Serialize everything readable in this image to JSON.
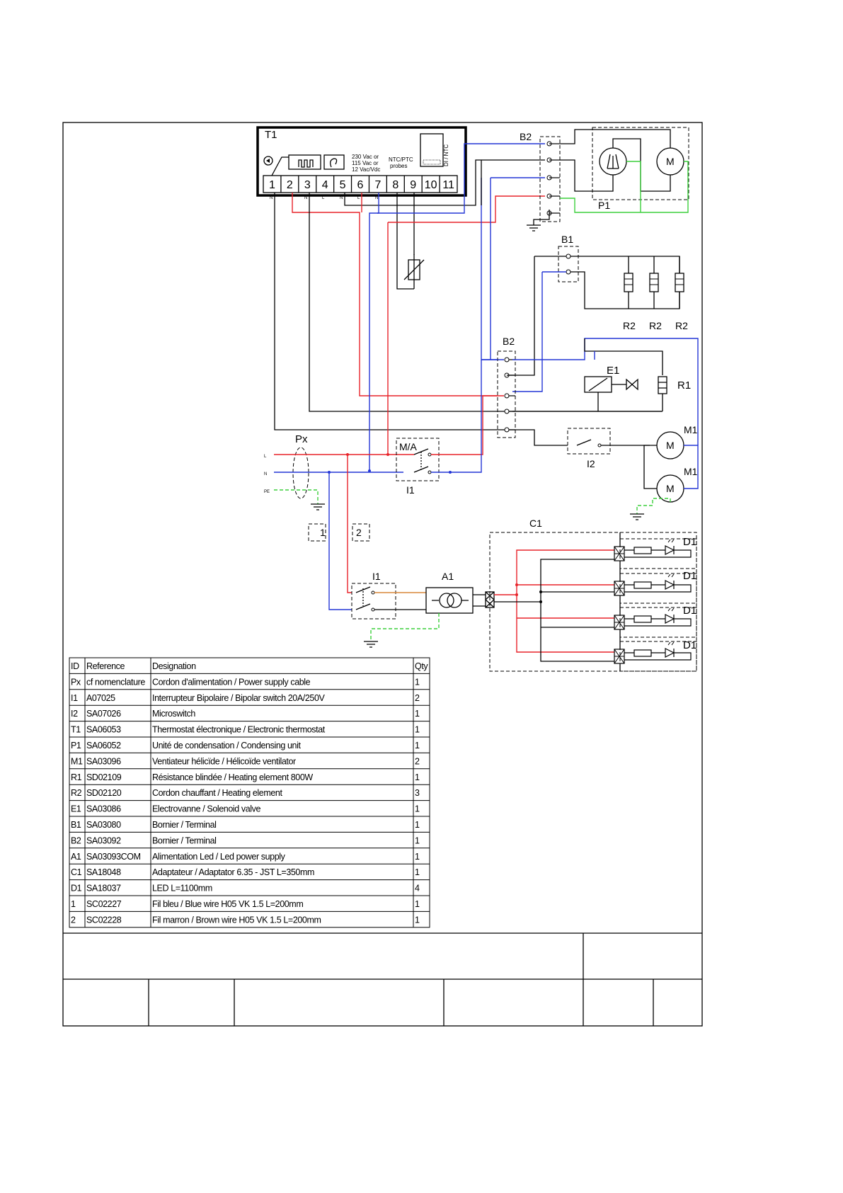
{
  "thermostat": {
    "label": "T1",
    "terminals": [
      "1",
      "2",
      "3",
      "4",
      "5",
      "6",
      "7",
      "8",
      "9",
      "10",
      "11"
    ],
    "voltage_lines": [
      "230 Vac or",
      "115 Vac or",
      "12 Vac/Vdc"
    ],
    "probe_lines": [
      "NTC/PTC",
      "probes"
    ],
    "di_label": "DI / NTC",
    "pin_letters": {
      "t1": "N",
      "t3": "N",
      "t4": "L",
      "t5": "N",
      "t6": "L",
      "t7": "N"
    }
  },
  "labels": {
    "b2_top": "B2",
    "p1": "P1",
    "b1": "B1",
    "r2": "R2",
    "b2_mid": "B2",
    "e1": "E1",
    "r1": "R1",
    "m1_a": "M1",
    "m1_b": "M1",
    "i2": "I2",
    "ma": "M/A",
    "i1_top": "I1",
    "px": "Px",
    "l": "L",
    "n": "N",
    "pe": "PE",
    "wire1": "1",
    "wire2": "2",
    "c1": "C1",
    "i1_bottom": "I1",
    "a1": "A1",
    "d1": "D1",
    "motor": "M"
  },
  "bom": {
    "headers": [
      "ID",
      "Reference",
      "Designation",
      "Qty"
    ],
    "rows": [
      [
        "Px",
        "cf nomenclature",
        "Cordon d'alimentation / Power supply cable",
        "1"
      ],
      [
        "I1",
        "A07025",
        "Interrupteur Bipolaire / Bipolar switch 20A/250V",
        "2"
      ],
      [
        "I2",
        "SA07026",
        "Microswitch",
        "1"
      ],
      [
        "T1",
        "SA06053",
        "Thermostat électronique / Electronic thermostat",
        "1"
      ],
      [
        "P1",
        "SA06052",
        "Unité de condensation / Condensing unit",
        "1"
      ],
      [
        "M1",
        "SA03096",
        "Ventiateur hélicïde / Hélicoïde ventilator",
        "2"
      ],
      [
        "R1",
        "SD02109",
        "Résistance blindée / Heating element 800W",
        "1"
      ],
      [
        "R2",
        "SD02120",
        "Cordon chauffant / Heating element",
        "3"
      ],
      [
        "E1",
        "SA03086",
        "Electrovanne / Solenoid valve",
        "1"
      ],
      [
        "B1",
        "SA03080",
        "Bornier / Terminal",
        "1"
      ],
      [
        "B2",
        "SA03092",
        "Bornier / Terminal",
        "1"
      ],
      [
        "A1",
        "SA03093COM",
        "Alimentation Led / Led power supply",
        "1"
      ],
      [
        "C1",
        "SA18048",
        "Adaptateur / Adaptator  6.35 - JST  L=350mm",
        "1"
      ],
      [
        "D1",
        "SA18037",
        "LED L=1100mm",
        "4"
      ],
      [
        "1",
        "SC02227",
        "Fil bleu / Blue wire H05 VK 1.5 L=200mm",
        "1"
      ],
      [
        "2",
        "SC02228",
        "Fil marron / Brown wire H05 VK 1.5 L=200mm",
        "1"
      ]
    ]
  },
  "colors": {
    "live": "#e8232a",
    "neutral": "#2436d6",
    "earth": "#3ccf3c",
    "brown": "#d8873a"
  }
}
